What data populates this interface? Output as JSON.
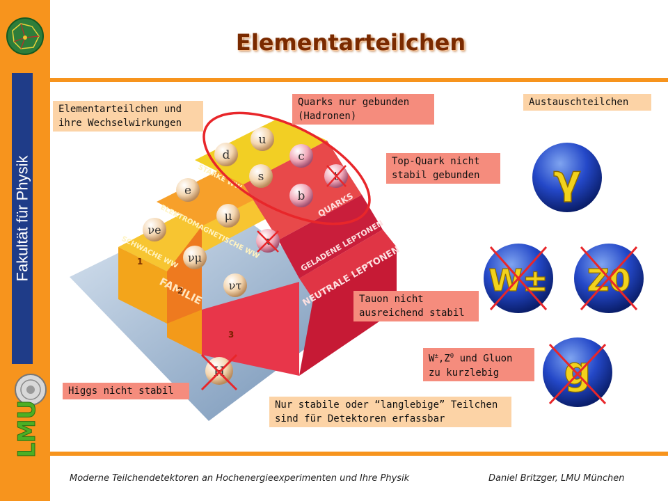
{
  "sidebar": {
    "label": "Fakultät für Physik",
    "logo_text": "LMU"
  },
  "title": "Elementarteilchen",
  "boxes": {
    "elementary": "Elementarteilchen und ihre Wechselwirkungen",
    "quarks_bound": "Quarks nur gebunden (Hadronen)",
    "exchange": "Austauschteilchen",
    "top_quark": "Top-Quark nicht stabil gebunden",
    "tauon": "Tauon nicht ausreichend stabil",
    "wz_gluon_pre": "W",
    "wz_gluon_pm": "±",
    "wz_gluon_mid": ",Z",
    "wz_gluon_zero": "0",
    "wz_gluon_post": " und Gluon zu kurzlebig",
    "higgs": "Higgs nicht stabil",
    "stable": "Nur stabile oder “langlebige” Teilchen sind für Detektoren erfassbar"
  },
  "pyramid": {
    "particles": {
      "u": "u",
      "d": "d",
      "c": "c",
      "s": "s",
      "t": "t",
      "b": "b",
      "e": "e",
      "mu": "μ",
      "tau": "τ",
      "nue": "νe",
      "numu": "νμ",
      "nutau": "ντ",
      "higgs": "H"
    },
    "labels": {
      "strong": "STARKE WW",
      "em": "ELEKTROMAGNETISCHE WW",
      "weak": "SCHWACHE WW",
      "quarks": "QUARKS",
      "charged": "GELADENE LEPTONEN",
      "neutral": "NEUTRALE LEPTONEN",
      "family": "FAMILIE",
      "f1": "1",
      "f2": "2",
      "f3": "3"
    }
  },
  "bosons": {
    "photon": "γ",
    "w": "W±",
    "z": "Z0",
    "gluon": "g"
  },
  "footer": {
    "left": "Moderne Teilchendetektoren an Hochenergieexperimenten und Ihre Physik",
    "right": "Daniel Britzger, LMU München"
  },
  "colors": {
    "orange": "#f7941d",
    "blue": "#1f3c88",
    "salmon": "#f58c7d",
    "peach": "#fcd3a6",
    "cross": "#e8262a"
  }
}
